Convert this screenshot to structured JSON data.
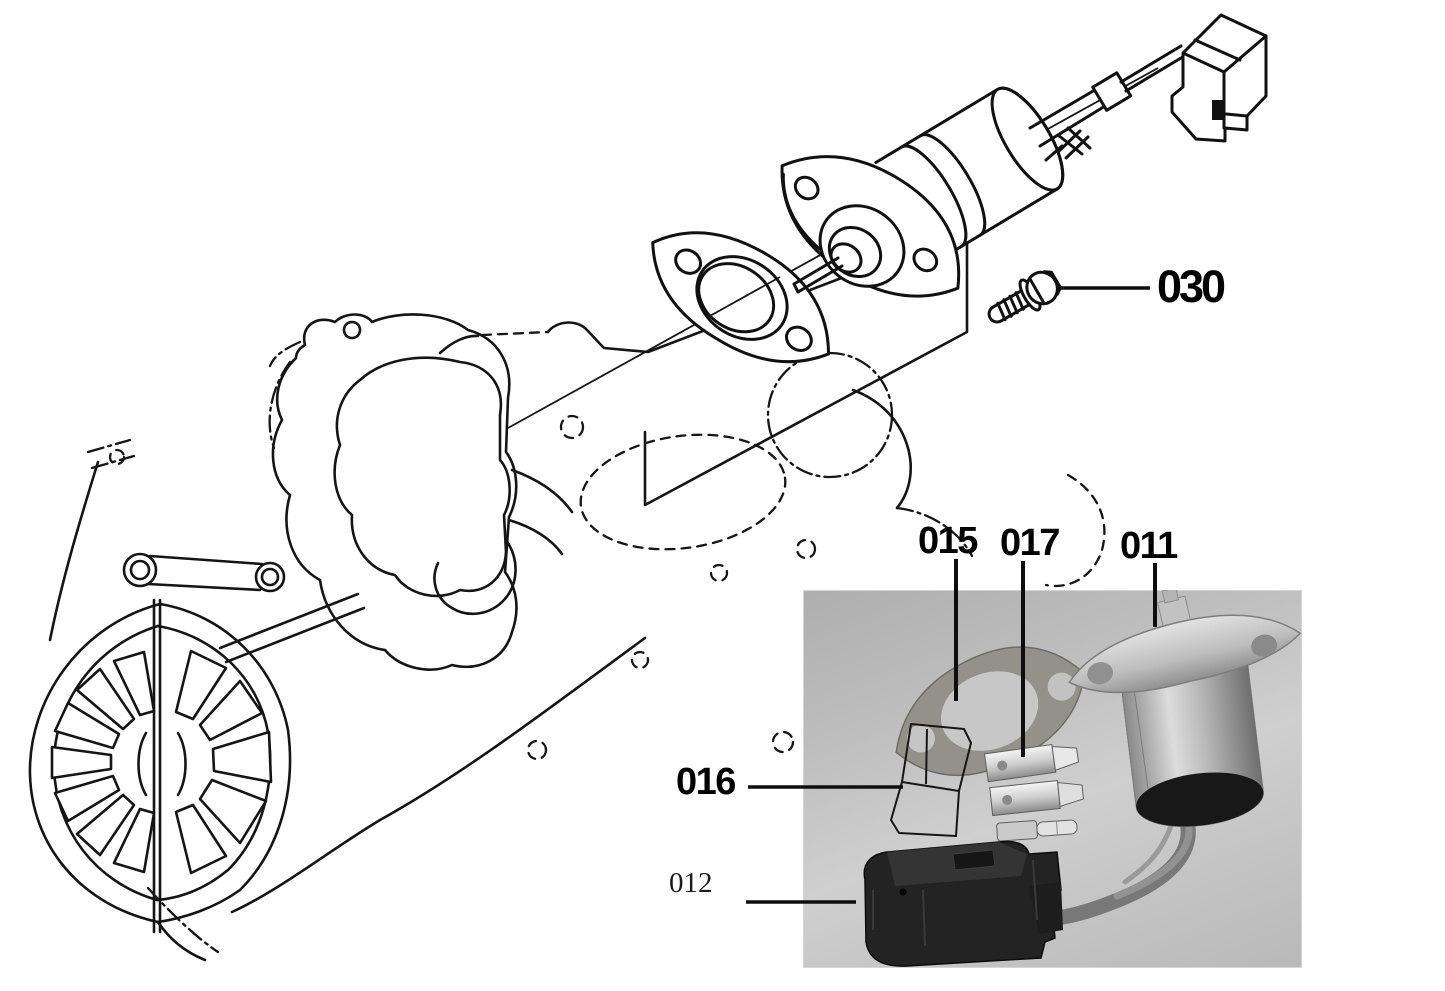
{
  "diagram": {
    "kind": "engine stop-solenoid exploded parts diagram with photo inset",
    "callouts": [
      {
        "id": "030",
        "label": "030",
        "points_to": "bleed screw"
      },
      {
        "id": "015",
        "label": "015",
        "points_to": "gasket"
      },
      {
        "id": "017",
        "label": "017",
        "points_to": "spade terminals"
      },
      {
        "id": "011",
        "label": "011",
        "points_to": "stop solenoid"
      },
      {
        "id": "016",
        "label": "016",
        "points_to": "terminal cover"
      },
      {
        "id": "012",
        "label": "012",
        "points_to": "connector plug"
      }
    ],
    "colors": {
      "ink": "#151515",
      "paper": "#ffffff",
      "photo_background": "#c2c2c2",
      "solenoid_boot_black": "#1a1a1a",
      "connector_black": "#222222",
      "gasket_gray": "#93918a",
      "metal_light": "#d9d9d9"
    }
  }
}
